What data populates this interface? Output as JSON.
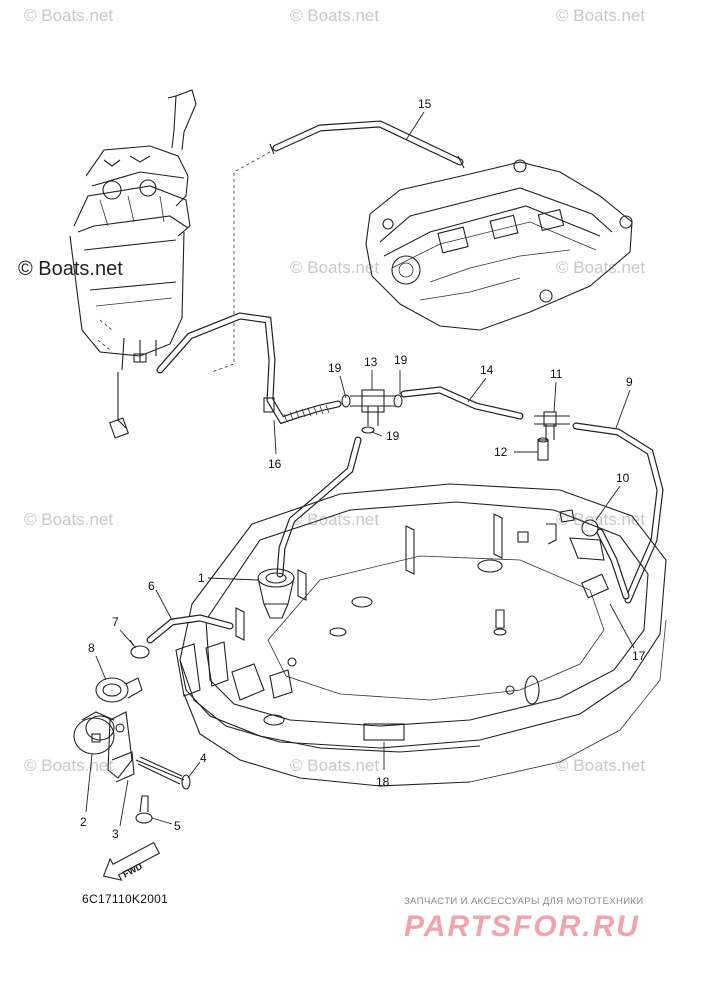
{
  "watermarks": {
    "light": "© Boats.net",
    "dark": "© Boats.net"
  },
  "callouts": {
    "c1": "1",
    "c2": "2",
    "c3": "3",
    "c4": "4",
    "c5": "5",
    "c6": "6",
    "c7": "7",
    "c8": "8",
    "c9": "9",
    "c10": "10",
    "c11": "11",
    "c12": "12",
    "c13": "13",
    "c14": "14",
    "c15": "15",
    "c16": "16",
    "c17": "17",
    "c18": "18",
    "c19a": "19",
    "c19b": "19",
    "c19c": "19"
  },
  "fwd_label": "FWD",
  "diagram_code": "6C17110K2001",
  "brand": {
    "tagline": "ЗАПЧАСТИ И АКСЕССУАРЫ ДЛЯ МОТОТЕХНИКИ",
    "logo": "PARTSFOR.RU"
  },
  "colors": {
    "line": "#222222",
    "watermark": "#c9c9c9",
    "brand_logo": "#f2a3ad"
  }
}
